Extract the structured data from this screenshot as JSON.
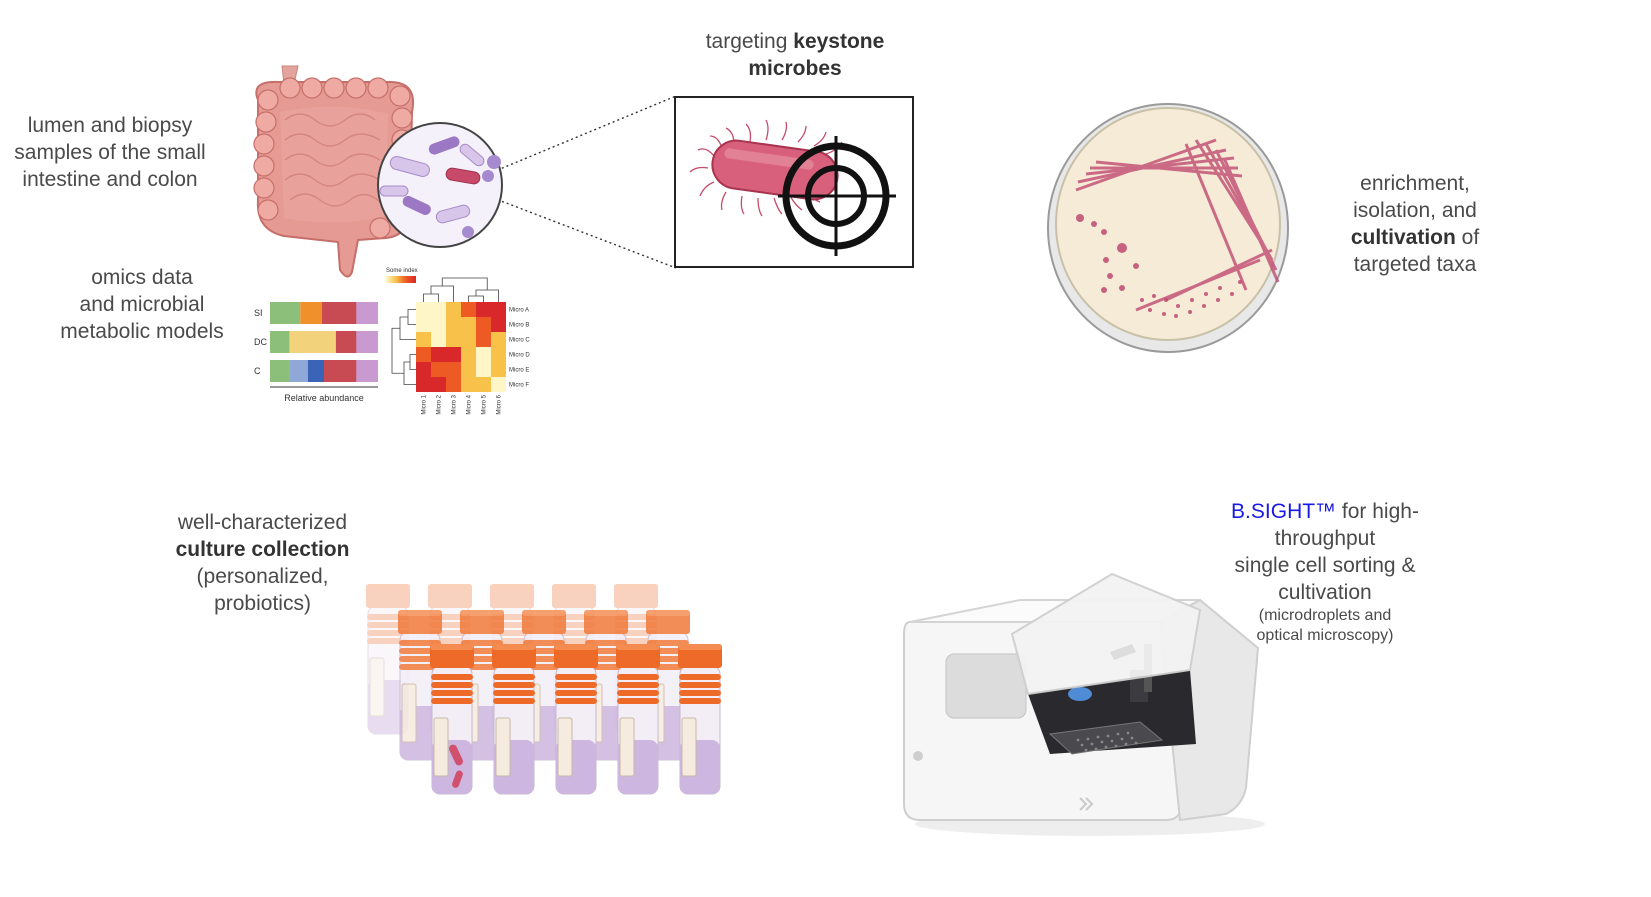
{
  "labels": {
    "samples": [
      "lumen and biopsy",
      "samples of the small",
      "intestine and colon"
    ],
    "omics": [
      "omics data",
      "and microbial",
      "metabolic models"
    ],
    "targeting_prefix": "targeting",
    "targeting_bold_1": "keystone",
    "targeting_bold_2": "microbes",
    "enrichment": [
      "enrichment,",
      "isolation, and"
    ],
    "cultivation_bold": "cultivation",
    "cultivation_suffix": " of",
    "targeted_taxa": "targeted taxa",
    "collection_line1": "well-characterized",
    "collection_bold": "culture collection",
    "collection_line3": "(personalized,",
    "collection_line4": "probiotics)",
    "bsight_brand": "B.SIGHT™",
    "bsight_line1_rest": " for high-",
    "bsight_line2": "throughput",
    "bsight_line3": "single cell sorting &",
    "bsight_line4": "cultivation",
    "bsight_small1": "(microdroplets and",
    "bsight_small2": "optical microscopy)"
  },
  "chart_data": [
    {
      "type": "bar",
      "subtype": "stacked-horizontal",
      "categories": [
        "SI",
        "DC",
        "C"
      ],
      "xlabel": "Relative abundance",
      "series_colors": [
        "#8cc07a",
        "#f0902a",
        "#f2d27a",
        "#8fa8d8",
        "#3a64b8",
        "#c84a52",
        "#c89ad0"
      ],
      "rows": [
        {
          "label": "SI",
          "segments": [
            {
              "value": 0.28,
              "color": "#8cc07a"
            },
            {
              "value": 0.2,
              "color": "#f0902a"
            },
            {
              "value": 0.32,
              "color": "#c84a52"
            },
            {
              "value": 0.2,
              "color": "#c89ad0"
            }
          ]
        },
        {
          "label": "DC",
          "segments": [
            {
              "value": 0.18,
              "color": "#8cc07a"
            },
            {
              "value": 0.43,
              "color": "#f2d27a"
            },
            {
              "value": 0.19,
              "color": "#c84a52"
            },
            {
              "value": 0.2,
              "color": "#c89ad0"
            }
          ]
        },
        {
          "label": "C",
          "segments": [
            {
              "value": 0.18,
              "color": "#8cc07a"
            },
            {
              "value": 0.17,
              "color": "#8fa8d8"
            },
            {
              "value": 0.15,
              "color": "#3a64b8"
            },
            {
              "value": 0.3,
              "color": "#c84a52"
            },
            {
              "value": 0.2,
              "color": "#c89ad0"
            }
          ]
        }
      ]
    },
    {
      "type": "heatmap",
      "legend_title": "Some index",
      "rows": [
        "Micro A",
        "Micro B",
        "Micro C",
        "Micro D",
        "Micro E",
        "Micro F"
      ],
      "columns": [
        "Micro 1",
        "Micro 2",
        "Micro 3",
        "Micro 4",
        "Micro 5",
        "Micro 6"
      ],
      "values": [
        [
          0.1,
          0.2,
          0.3,
          0.5,
          0.8,
          0.9
        ],
        [
          0.2,
          0.1,
          0.3,
          0.4,
          0.7,
          0.9
        ],
        [
          0.3,
          0.2,
          0.4,
          0.3,
          0.5,
          0.4
        ],
        [
          0.6,
          0.8,
          0.9,
          0.3,
          0.2,
          0.3
        ],
        [
          0.9,
          0.7,
          0.6,
          0.3,
          0.2,
          0.3
        ],
        [
          0.8,
          0.9,
          0.6,
          0.4,
          0.3,
          0.2
        ]
      ],
      "color_scale": [
        "#fff6c8",
        "#f8c24a",
        "#ee5a24",
        "#d8282a"
      ]
    }
  ]
}
